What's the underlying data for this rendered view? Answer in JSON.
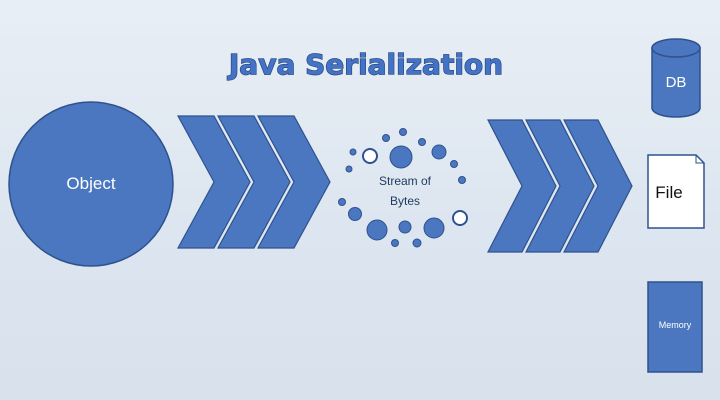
{
  "title": "Java Serialization",
  "object_label": "Object",
  "stream_label_line1": "Stream of",
  "stream_label_line2": "Bytes",
  "db_label": "DB",
  "file_label": "File",
  "memory_label": "Memory",
  "colors": {
    "shape_fill": "#4a77bf",
    "shape_stroke": "#2f528f",
    "title_fill": "#4472c4",
    "background": "#e2e9f2"
  },
  "icons": {
    "db": "database-cylinder-icon",
    "file": "document-page-icon",
    "memory": "memory-block-icon"
  }
}
